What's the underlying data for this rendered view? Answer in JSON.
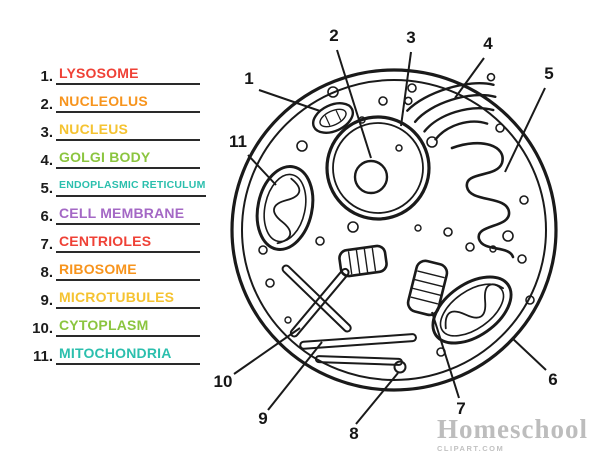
{
  "word_list": {
    "items": [
      {
        "num": "1.",
        "word": "LYSOSOME",
        "color": "#ef4136"
      },
      {
        "num": "2.",
        "word": "NUCLEOLUS",
        "color": "#f7941d"
      },
      {
        "num": "3.",
        "word": "NUCLEUS",
        "color": "#f5c331"
      },
      {
        "num": "4.",
        "word": "GOLGI BODY",
        "color": "#8bc53f"
      },
      {
        "num": "5.",
        "word": "ENDOPLASMIC RETICULUM",
        "color": "#2bbfad"
      },
      {
        "num": "6.",
        "word": "CELL MEMBRANE",
        "color": "#a468c5"
      },
      {
        "num": "7.",
        "word": "CENTRIOLES",
        "color": "#ef4136"
      },
      {
        "num": "8.",
        "word": "RIBOSOME",
        "color": "#f7941d"
      },
      {
        "num": "9.",
        "word": "MICROTUBULES",
        "color": "#f5c331"
      },
      {
        "num": "10.",
        "word": "CYTOPLASM",
        "color": "#8bc53f"
      },
      {
        "num": "11.",
        "word": "MITOCHONDRIA",
        "color": "#2bbfad"
      }
    ]
  },
  "callouts": {
    "labels": [
      "1",
      "2",
      "3",
      "4",
      "5",
      "6",
      "7",
      "8",
      "9",
      "10",
      "11"
    ]
  },
  "watermark": {
    "title": "Homeschool",
    "subtitle": "CLIPART.COM"
  }
}
